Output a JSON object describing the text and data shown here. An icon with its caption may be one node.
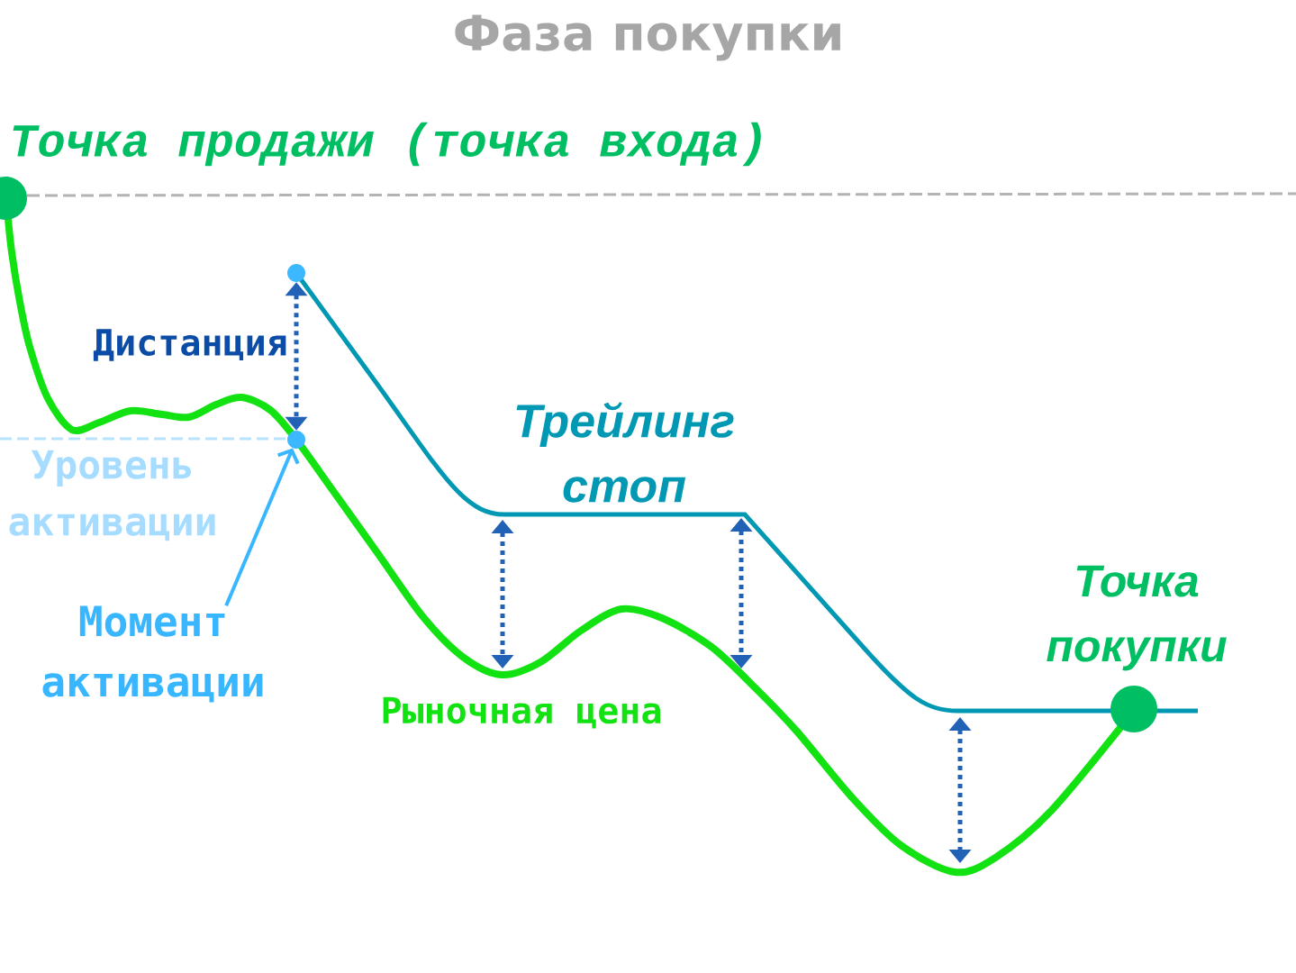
{
  "diagram": {
    "title": "Фаза покупки",
    "nodes": [
      {
        "text": [],
        "shape": "circle",
        "beside": [
          "Точка продажи (точка входа)"
        ]
      },
      {
        "text": [],
        "shape": "circle"
      },
      {
        "text": [],
        "shape": "circle"
      },
      {
        "text": [
          "Момент активации"
        ]
      },
      {
        "text": [],
        "shape": "circle",
        "beside": [
          "Точка покупки"
        ]
      }
    ],
    "edges": [
      {
        "from": 3,
        "to": 2,
        "arrow": "to",
        "color": "#38b6ff"
      },
      {
        "from": 1,
        "to": 2,
        "arrow": "both",
        "style": "dashed",
        "color": "#2262b6"
      }
    ],
    "labels": [
      "Дистанция",
      "Трейлинг стоп",
      "Уровень активации",
      "Рыночная цена"
    ]
  }
}
